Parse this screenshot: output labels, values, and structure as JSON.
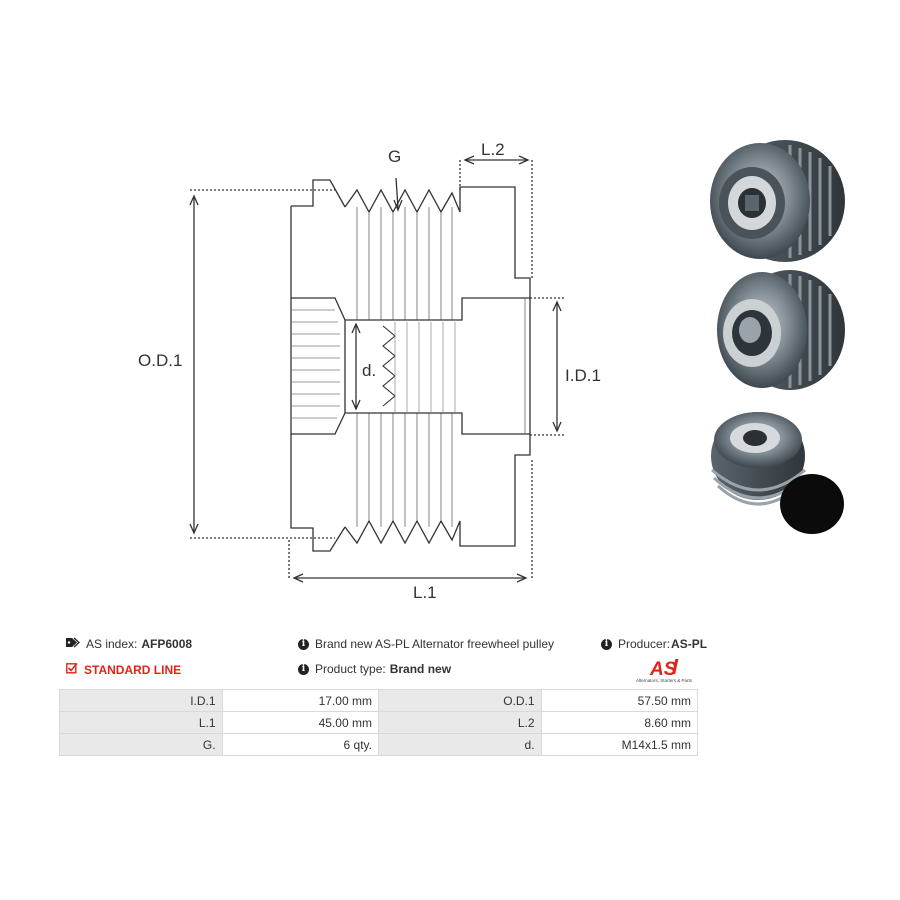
{
  "diagram": {
    "labels": {
      "g": "G",
      "l2": "L.2",
      "od1": "O.D.1",
      "id1": "I.D.1",
      "d": "d.",
      "l1": "L.1"
    }
  },
  "info": {
    "as_index_label": "AS index:",
    "as_index_value": "AFP6008",
    "description": "Brand new AS-PL Alternator freewheel pulley",
    "producer_label": "Producer:",
    "producer_value": "AS-PL",
    "standard_line": "STANDARD LINE",
    "product_type_label": "Product type:",
    "product_type_value": "Brand new"
  },
  "logo": {
    "text": "AS",
    "tagline": "Alternators, Starters & Parts"
  },
  "specs": [
    {
      "k1": "I.D.1",
      "v1": "17.00 mm",
      "k2": "O.D.1",
      "v2": "57.50 mm"
    },
    {
      "k1": "L.1",
      "v1": "45.00 mm",
      "k2": "L.2",
      "v2": "8.60 mm"
    },
    {
      "k1": "G.",
      "v1": "6 qty.",
      "k2": "d.",
      "v2": "M14x1.5 mm"
    }
  ],
  "colors": {
    "accent_red": "#e2231a",
    "table_header_bg": "#e9e9e9",
    "line": "#333333"
  }
}
